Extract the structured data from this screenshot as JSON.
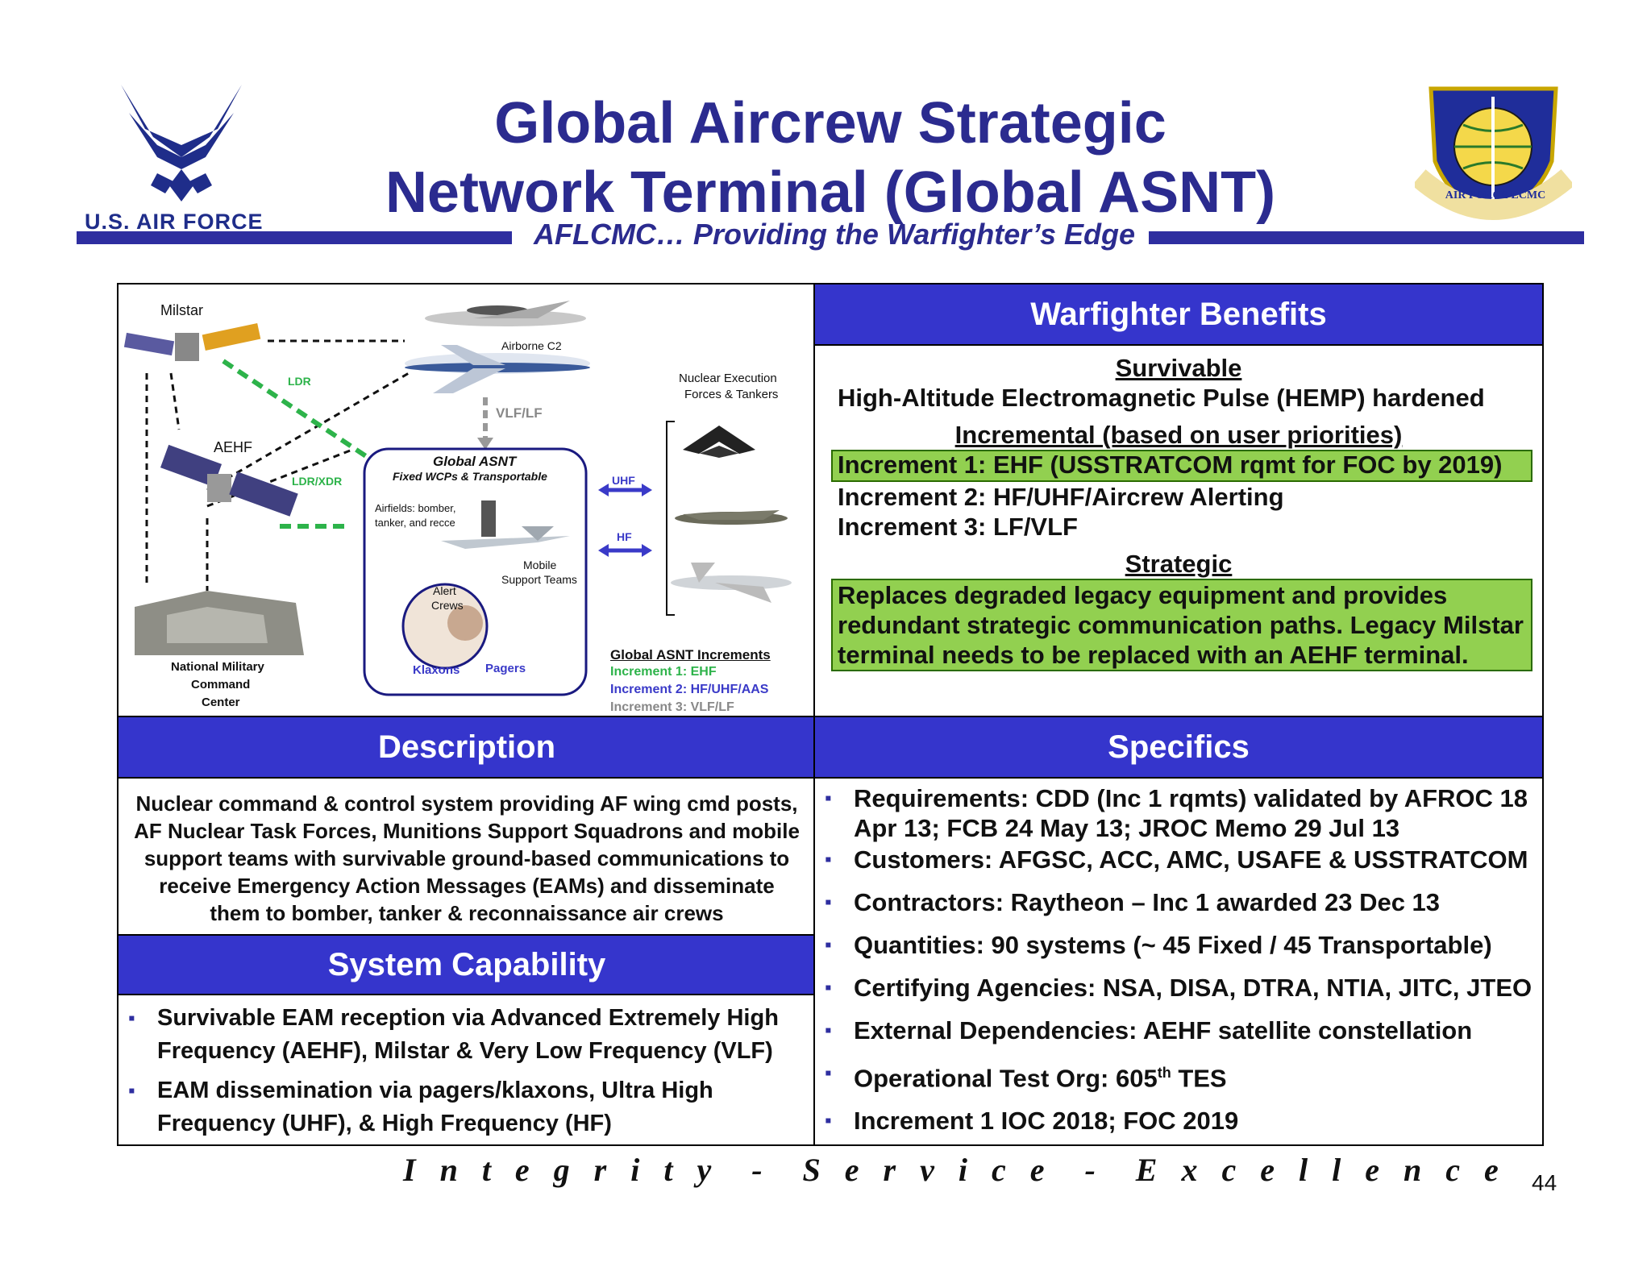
{
  "header": {
    "title_line1": "Global Aircrew Strategic",
    "title_line2": "Network Terminal (Global ASNT)",
    "tagline": "AFLCMC… Providing the Warfighter’s Edge",
    "left_logo_text": "U.S. AIR FORCE",
    "right_logo_text": "AIR FORCE LCMC"
  },
  "diagram": {
    "milstar": "Milstar",
    "aehf": "AEHF",
    "ldr": "LDR",
    "ldr_xdr": "LDR/XDR",
    "airborne_c2": "Airborne C2",
    "vlf_lf": "VLF/LF",
    "nuclear_forces_1": "Nuclear Execution",
    "nuclear_forces_2": "Forces & Tankers",
    "global_asnt": "Global ASNT",
    "fixed_wcps": "Fixed WCPs & Transportable",
    "airfields_1": "Airfields: bomber,",
    "airfields_2": "tanker, and recce",
    "uhf": "UHF",
    "hf": "HF",
    "mobile_1": "Mobile",
    "mobile_2": "Support Teams",
    "alert_1": "Alert",
    "alert_2": "Crews",
    "klaxons": "Klaxons",
    "pagers": "Pagers",
    "nmcc_1": "National Military",
    "nmcc_2": "Command",
    "nmcc_3": "Center",
    "increments_title": "Global ASNT Increments",
    "inc1": "Increment 1: EHF",
    "inc2": "Increment 2: HF/UHF/AAS",
    "inc3": "Increment 3: VLF/LF"
  },
  "benefits": {
    "header": "Warfighter Benefits",
    "survivable_h": "Survivable",
    "survivable_t": "High-Altitude Electromagnetic Pulse (HEMP)  hardened",
    "incremental_h": "Incremental (based on user priorities)",
    "inc1": "Increment 1: EHF (USSTRATCOM rqmt for FOC by 2019)",
    "inc2": "Increment 2: HF/UHF/Aircrew Alerting",
    "inc3": "Increment 3: LF/VLF",
    "strategic_h": "Strategic",
    "strategic_t": "Replaces degraded legacy equipment and provides redundant strategic communication paths. Legacy Milstar terminal needs to be replaced with an AEHF terminal."
  },
  "description": {
    "header": "Description",
    "text": "Nuclear command & control system providing AF wing cmd posts, AF Nuclear Task Forces, Munitions Support Squadrons and mobile support teams with survivable ground-based communications to receive Emergency Action Messages (EAMs) and disseminate them to bomber, tanker & reconnaissance air crews"
  },
  "capability": {
    "header": "System Capability",
    "items": [
      "Survivable EAM reception via Advanced Extremely High Frequency (AEHF), Milstar & Very Low Frequency (VLF)",
      "EAM dissemination via pagers/klaxons, Ultra High Frequency (UHF), & High Frequency (HF)"
    ]
  },
  "specifics": {
    "header": "Specifics",
    "items": [
      "Requirements:  CDD (Inc 1 rqmts) validated by AFROC 18 Apr 13; FCB 24 May 13; JROC Memo 29 Jul 13",
      "Customers:  AFGSC, ACC, AMC, USAFE & USSTRATCOM",
      "Contractors:  Raytheon – Inc 1 awarded 23 Dec 13",
      "Quantities:  90 systems (~ 45 Fixed / 45 Transportable)",
      "Certifying Agencies:  NSA, DISA, DTRA, NTIA, JITC, JTEO",
      "External Dependencies:  AEHF satellite constellation"
    ],
    "optest_pre": "Operational Test Org:  605",
    "optest_sup": "th",
    "optest_post": " TES",
    "last": "Increment 1 IOC 2018; FOC 2019"
  },
  "footer": {
    "motto": "I n t e g r i t y  -  S e r v i c e  -  E x c e l l e n c e",
    "page": "44"
  },
  "colors": {
    "header_blue": "#3535cc",
    "title_navy": "#2b2b8f",
    "highlight_green": "#92d050"
  }
}
